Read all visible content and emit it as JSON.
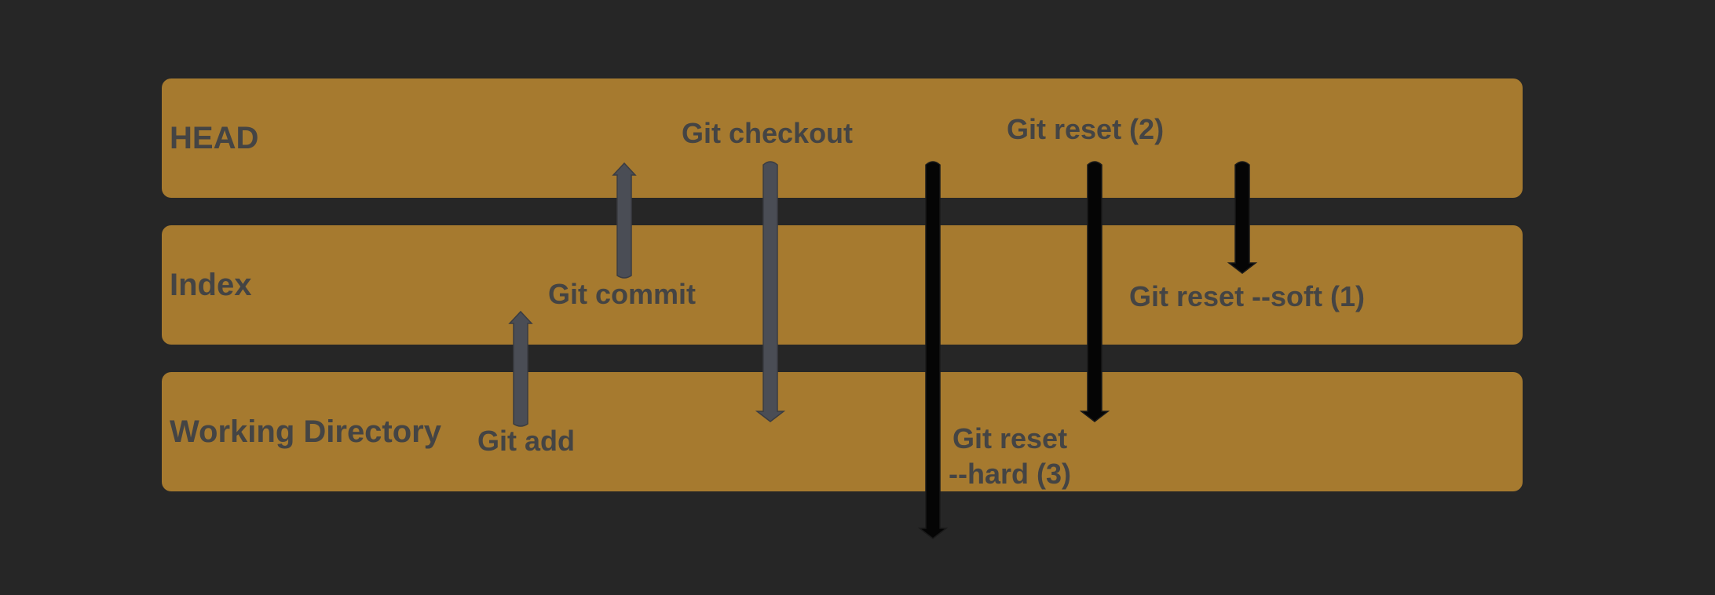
{
  "diagram": {
    "layers": [
      {
        "id": "head",
        "label": "HEAD"
      },
      {
        "id": "index",
        "label": "Index"
      },
      {
        "id": "working_directory",
        "label": "Working Directory"
      }
    ],
    "operations": [
      {
        "id": "git_add",
        "label": "Git add",
        "from": "working_directory",
        "to": "index",
        "style": "gray"
      },
      {
        "id": "git_commit",
        "label": "Git commit",
        "from": "index",
        "to": "head",
        "style": "gray"
      },
      {
        "id": "git_checkout",
        "label": "Git checkout",
        "from": "head",
        "to": "working_directory",
        "style": "gray"
      },
      {
        "id": "git_reset_hard",
        "label_line1": "Git reset",
        "label_line2": "--hard (3)",
        "from": "head",
        "to": "working_directory",
        "style": "black"
      },
      {
        "id": "git_reset",
        "label": "Git reset (2)",
        "from": "head",
        "to": "working_directory",
        "style": "black"
      },
      {
        "id": "git_reset_soft",
        "label": "Git reset --soft (1)",
        "from": "head",
        "to": "index",
        "style": "black"
      }
    ],
    "colors": {
      "background": "#262626",
      "band": "#a67a2f",
      "text": "#444444",
      "gray_arrow": "#4a4d55",
      "black_arrow": "#050505"
    }
  }
}
